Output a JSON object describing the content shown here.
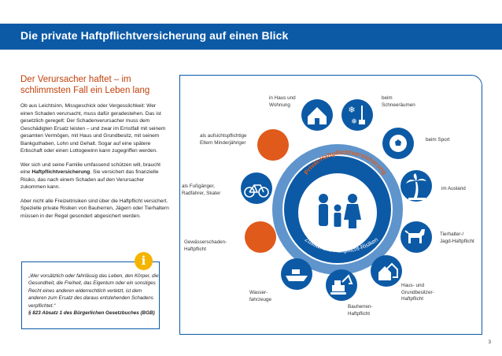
{
  "header": {
    "title": "Die private Haftpflichtversicherung auf einen Blick"
  },
  "left": {
    "title_line1": "Der Verursacher haftet – im",
    "title_line2": "schlimmsten Fall ein Leben lang",
    "para1": "Ob aus Leichtsinn, Missgeschick oder Vergesslichkeit: Wer einen Schaden verursacht, muss dafür geradestehen. Das ist gesetzlich geregelt: Der Schadenverursacher muss dem Geschädigten Ersatz leisten – und zwar im Ernstfall mit seinem gesamten Vermögen, mit Haus und Grundbesitz, mit seinem Bankguthaben, Lohn und Gehalt. Sogar auf eine spätere Erbschaft oder einen Lottogewinn kann zugegriffen werden.",
    "para2_before": "Wer sich und seine Familie umfassend schützen will, braucht eine ",
    "para2_bold": "Haftpflichtversicherung",
    "para2_after": ". Sie versichert das finanzielle Risiko, das nach einem Schaden auf den Verursacher zukommen kann.",
    "para3": "Aber nicht alle Freizeitrisiken sind über die Haftpflicht versichert. Spezielle private Risiken von Bauherren, Jägern oder Tierhaltern müssen in der Regel gesondert abgesichert werden."
  },
  "info": {
    "icon_glyph": "i",
    "quote": "„Wer vorsätzlich oder fahrlässig das Leben, den Körper, die Gesundheit, die Freiheit, das Eigentum oder ein sonstiges Recht eines anderen widerrechtlich verletzt, ist dem anderen zum Ersatz des daraus entstehenden Schadens verpflichtet.“",
    "source": "§ 823 Absatz 1 des Bürgerlichen Gesetzbuches (BGB)"
  },
  "diagram": {
    "ring_outer_text": "Privat-Haftpflichtversicherung",
    "ring_inner_text": "Zusätzliche Haftpflicht-Risiken",
    "labels": {
      "haus": "in Haus und\nWohnung",
      "schnee": "beim\nSchneeräumen",
      "aufsicht": "als aufsichtspflichtige\nEltern Minderjähriger",
      "sport": "beim Sport",
      "fuss": "als Fußgänger,\nRadfahrer, Skater",
      "ausland": "im Ausland",
      "gewaesser": "Gewässerschaden-\nHaftpflicht",
      "tier": "Tierhalter-/\nJagd-Haftpflicht",
      "wasser": "Wasser-\nfahrzeuge",
      "bauherren": "Bauherren-\nHaftpflicht",
      "grund": "Haus- und\nGrundbesitzer-\nHaftpflicht"
    },
    "icons": [
      "house-icon",
      "snowflake-shovel-icon",
      "family-icon",
      "soccer-ball-icon",
      "bicycle-icon",
      "palm-tree-icon",
      "dog-icon",
      "boat-icon",
      "excavator-icon",
      "houses-icon"
    ],
    "colors": {
      "blue": "#0c5aa6",
      "light_blue": "#5f95cc",
      "orange": "#e05a1b"
    }
  },
  "page_number": "3"
}
